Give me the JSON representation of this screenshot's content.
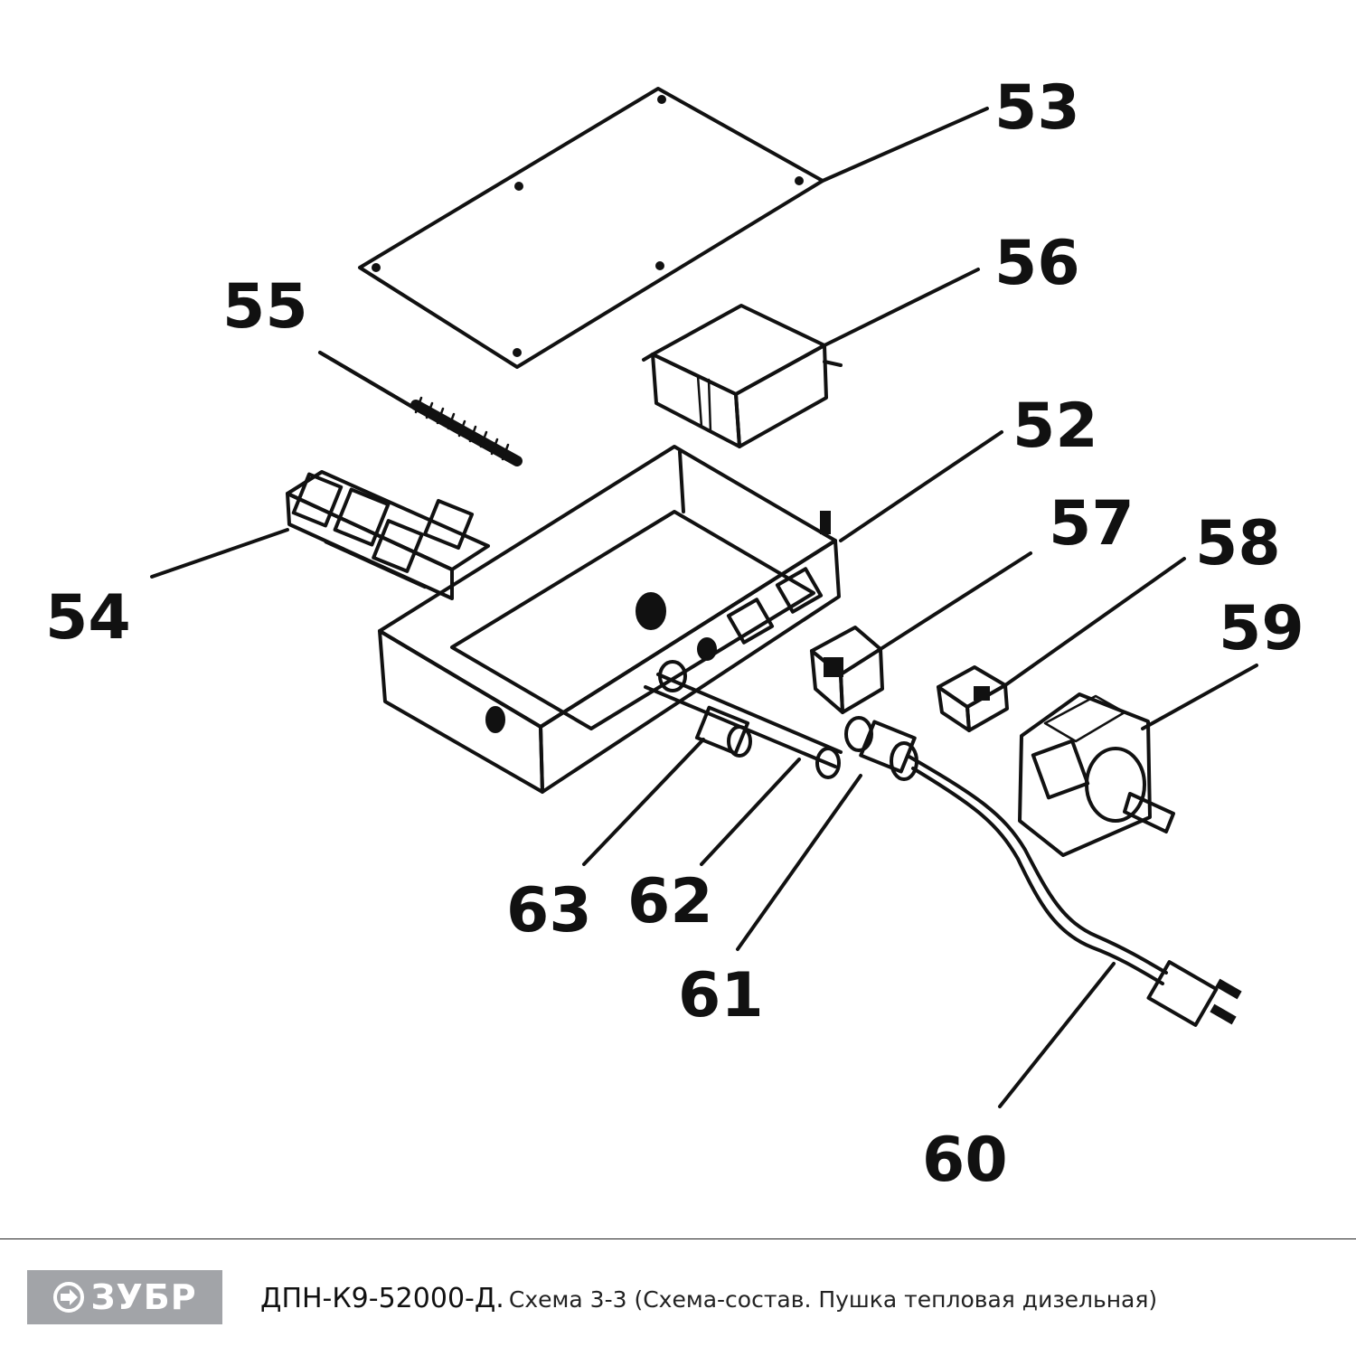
{
  "callouts": {
    "c52": "52",
    "c53": "53",
    "c54": "54",
    "c55": "55",
    "c56": "56",
    "c57": "57",
    "c58": "58",
    "c59": "59",
    "c60": "60",
    "c61": "61",
    "c62": "62",
    "c63": "63"
  },
  "footer": {
    "brand": "ЗУБР",
    "model": "ДПН-К9-52000-Д.",
    "description": "Схема 3-3 (Схема-состав. Пушка тепловая дизельная)"
  },
  "colors": {
    "ink": "#111111",
    "logo_background": "#a2a4a8",
    "logo_text": "#ffffff"
  }
}
